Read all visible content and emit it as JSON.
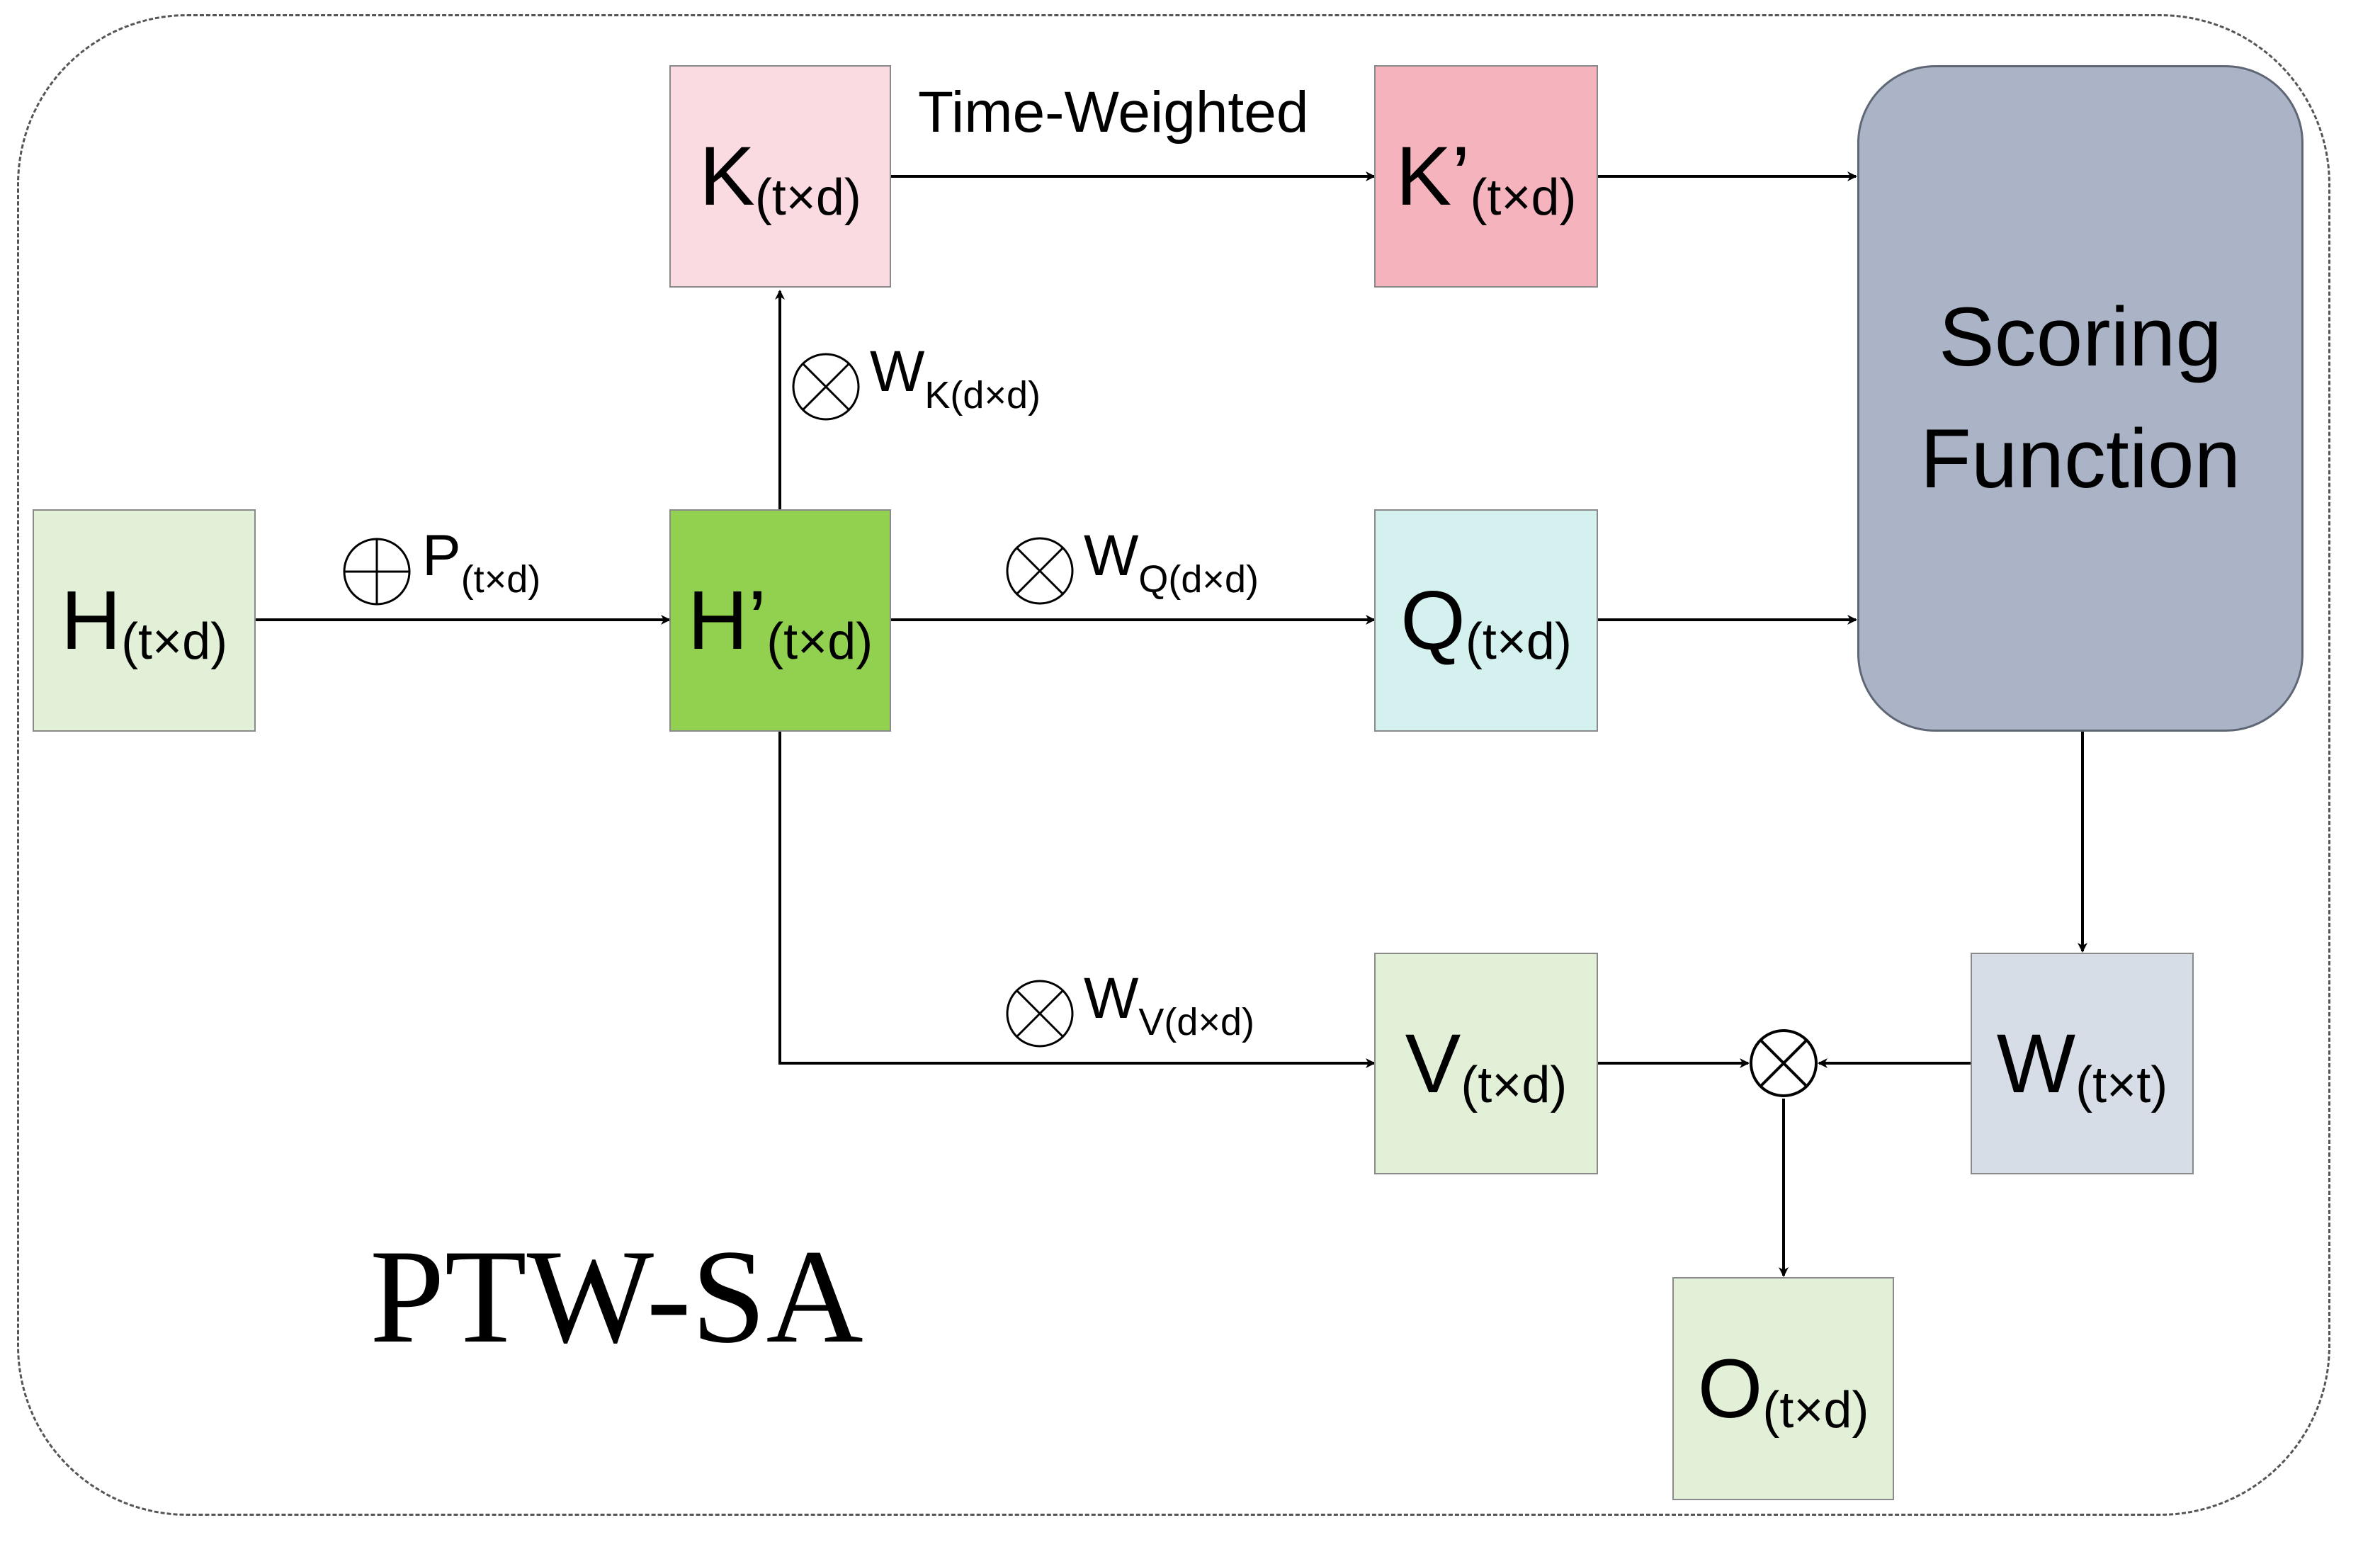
{
  "title": "PTW-SA",
  "nodes": {
    "h": {
      "main": "H",
      "sub": "(t×d)",
      "color": "#e3f0d8"
    },
    "h_prime": {
      "main": "H",
      "prime": "’",
      "sub": "(t×d)",
      "color": "#92d050"
    },
    "k": {
      "main": "K",
      "sub": "(t×d)",
      "color": "#f9dbe1"
    },
    "k_prime": {
      "main": "K",
      "prime": "’",
      "sub": "(t×d)",
      "color": "#f4b3bd"
    },
    "q": {
      "main": "Q",
      "sub": "(t×d)",
      "color": "#d4f1f0"
    },
    "v": {
      "main": "V",
      "sub": "(t×d)",
      "color": "#e3f0d8"
    },
    "w": {
      "main": "W",
      "sub": "(t×t)",
      "color": "#d7dde7"
    },
    "o": {
      "main": "O",
      "sub": "(t×d)",
      "color": "#e3f0d8"
    }
  },
  "scoring": {
    "line1": "Scoring",
    "line2": "Function",
    "color": "#aab4c6"
  },
  "edge_labels": {
    "positional": {
      "main": "P",
      "sub": "(t×d)",
      "op": "plus"
    },
    "time_weighted": "Time-Weighted",
    "wk": {
      "main": "W",
      "sub": "K(d×d)",
      "op": "times"
    },
    "wq": {
      "main": "W",
      "sub": "Q(d×d)",
      "op": "times"
    },
    "wv": {
      "main": "W",
      "sub": "V(d×d)",
      "op": "times"
    }
  }
}
